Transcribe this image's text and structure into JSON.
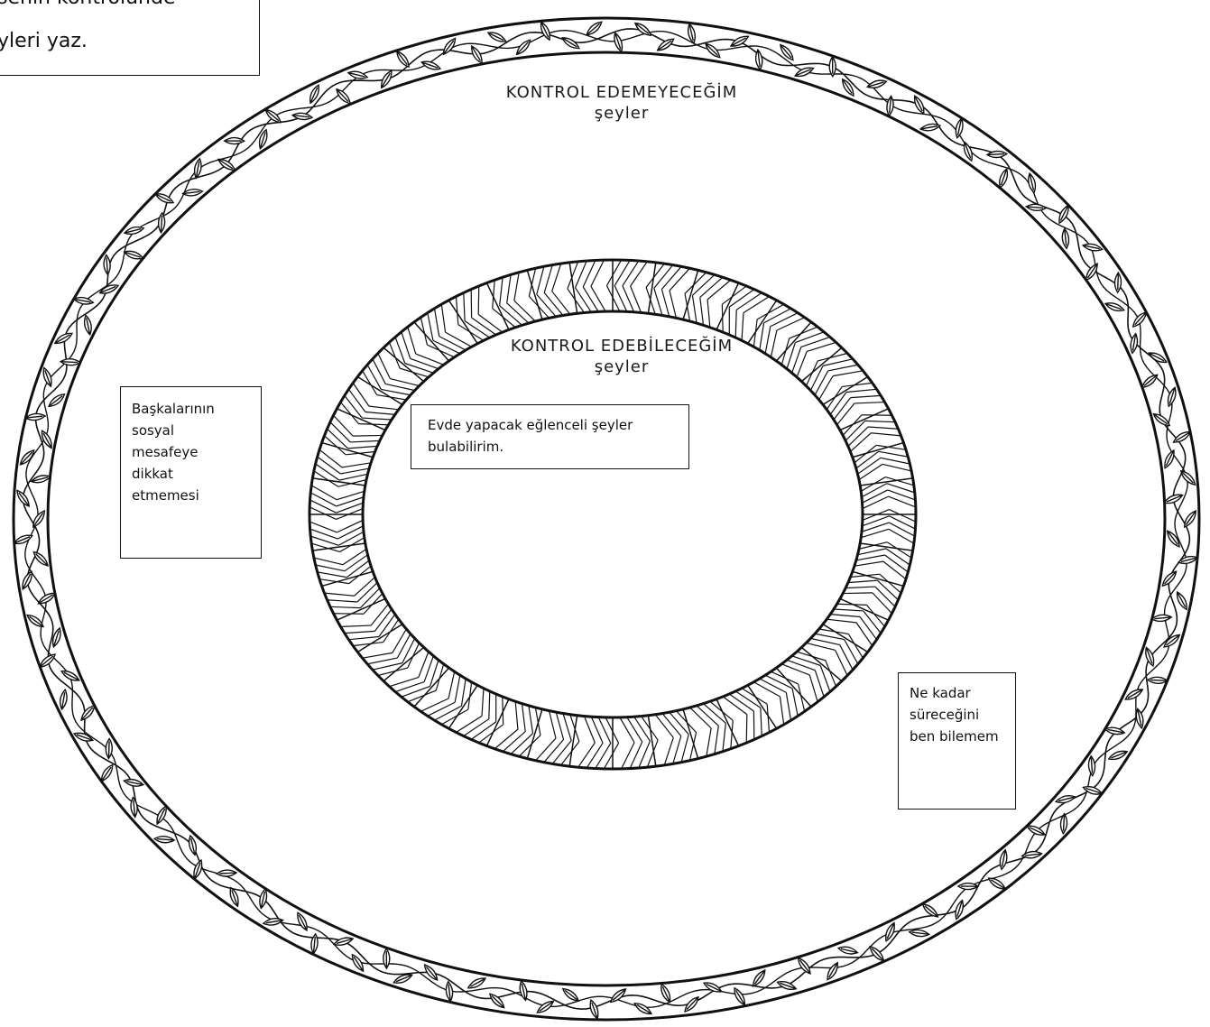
{
  "instruction": {
    "line1": "senin kontrolünde",
    "line2": "yleri yaz."
  },
  "outer_ring": {
    "title_line1": "KONTROL EDEMEYECEĞİM",
    "title_line2": "şeyler",
    "pattern": "leaf-vine-icon",
    "stroke_color": "#111111"
  },
  "inner_ring": {
    "title_line1": "KONTROL EDEBİLECEĞİM",
    "title_line2": "şeyler",
    "pattern": "chevron-hatch-icon",
    "stroke_color": "#111111"
  },
  "notes": {
    "outer_left": "Başkalarının\nsosyal\nmesafeye\ndikkat\netmemesi",
    "inner_center": "Evde yapacak eğlenceli şeyler\nbulabilirim.",
    "outer_right": "Ne kadar\nsüreceğini\nben bilemem"
  }
}
